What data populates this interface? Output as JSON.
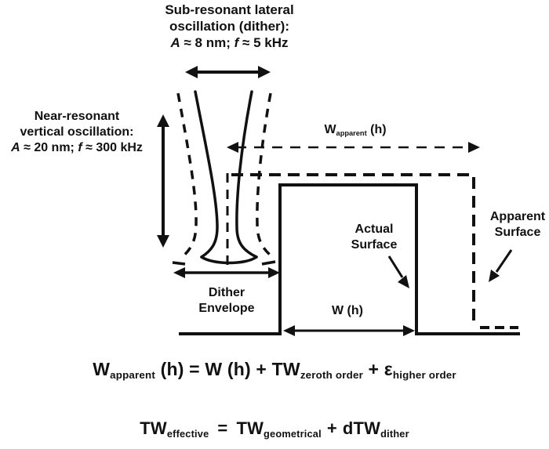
{
  "colors": {
    "ink": "#111111",
    "background": "#ffffff"
  },
  "annotations": {
    "dither": {
      "line1": "Sub-resonant lateral",
      "line2": "oscillation (dither):",
      "amplitude_symbol": "A",
      "amplitude_value": " ≈ 8 nm; ",
      "frequency_symbol": "f",
      "frequency_value": " ≈ 5 kHz"
    },
    "vertical": {
      "line1": "Near-resonant",
      "line2": "vertical oscillation:",
      "amplitude_symbol": "A",
      "amplitude_value": " ≈ 20 nm; ",
      "frequency_symbol": "f",
      "frequency_value": " ≈ 300 kHz"
    }
  },
  "labels": {
    "w_apparent": {
      "base": "W",
      "sub": "apparent",
      "suffix": " (h)"
    },
    "dither_envelope": {
      "line1": "Dither",
      "line2": "Envelope"
    },
    "actual_surface": {
      "line1": "Actual",
      "line2": "Surface"
    },
    "apparent_surface": {
      "line1": "Apparent",
      "line2": "Surface"
    },
    "w_h": "W (h)"
  },
  "equations": {
    "eq1": {
      "p1": "W",
      "p1_sub": "apparent",
      "p2": " (h) = W (h) + TW",
      "p2_sub": "zeroth order",
      "p3": " + ε",
      "p3_sub": "higher order"
    },
    "eq2": {
      "p1": "TW",
      "p1_sub": "effective",
      "eq": "=",
      "p2": "TW",
      "p2_sub": "geometrical",
      "plus": "+",
      "p3": "dTW",
      "p3_sub": "dither"
    }
  }
}
